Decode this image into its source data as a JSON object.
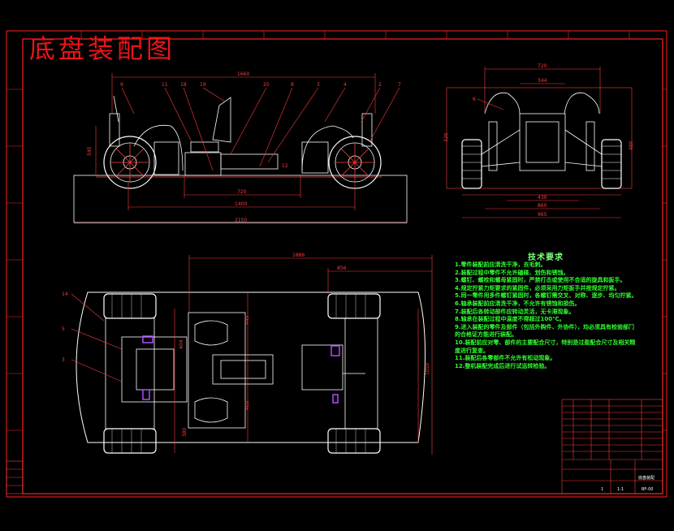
{
  "drawing_title": "底盘装配图",
  "side_view": {
    "dims": [
      "1660",
      "545",
      "720",
      "1400",
      "2150"
    ],
    "balloons": [
      "9",
      "11",
      "18",
      "19",
      "20",
      "8",
      "3",
      "4",
      "2",
      "7",
      "12"
    ]
  },
  "front_view": {
    "dims": [
      "720",
      "344",
      "320",
      "480",
      "430",
      "860",
      "965"
    ],
    "balloons": [
      "6"
    ]
  },
  "plan_view": {
    "dims": [
      "1886",
      "856",
      "404",
      "445",
      "405",
      "380",
      "1050"
    ],
    "balloons": [
      "14",
      "5",
      "3"
    ]
  },
  "tech_requirements": {
    "title": "技术要求",
    "items": [
      "1.零件装配前应清洗干净，去毛刺。",
      "2.装配过程中零件不允许磕碰、划伤和锈蚀。",
      "3.螺钉、螺栓和螺母紧固时，严禁打击或使用不合适的旋具和扳手。",
      "4.规定拧紧力矩要求的紧固件，必须采用力矩扳手并按规定拧紧。",
      "5.同一零件用多件螺钉紧固时，各螺钉需交叉、对称、逐步、均匀拧紧。",
      "6.轴承装配前应清洗干净，不允许有锈蚀和损伤。",
      "7.装配后各转动部件应转动灵活，无卡滞现象。",
      "8.轴承在装配过程中温度不得超过100℃。",
      "9.进入装配的零件及部件（包括外购件、外协件），均必须具有检验部门",
      "   的合格证方能进行装配。",
      "10.装配前应对零、部件的主要配合尺寸，特别是过盈配合尺寸及相关精",
      "   度进行复查。",
      "11.装配后各零部件不允许有松动现象。",
      "12.整机装配完成后进行试运转检验。"
    ]
  },
  "title_block": {
    "name": "底盘装配",
    "code": "BF-00",
    "scale": "1:1",
    "sheets": "1"
  },
  "colors": {
    "background": "#000000",
    "outline": "#ffffff",
    "frame": "#ff2020",
    "text_green": "#2fff2f",
    "dim_red": "#ff3b3b",
    "highlight": "#b04cff"
  }
}
